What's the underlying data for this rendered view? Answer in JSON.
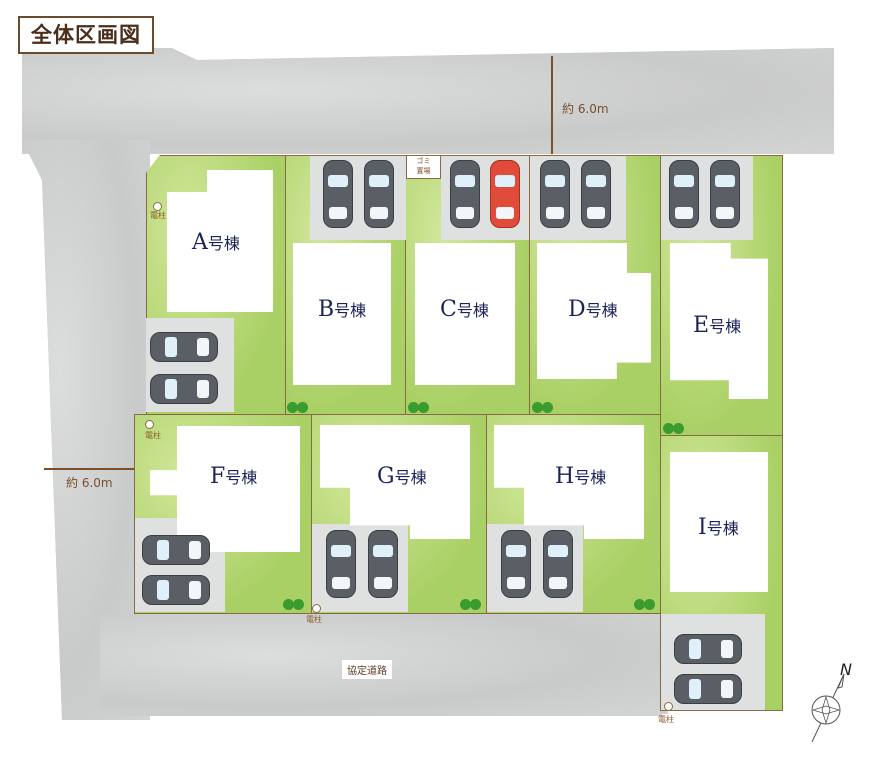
{
  "title": "全体区画図",
  "road_top": {
    "width_label": "約 6.0m"
  },
  "road_left": {
    "width_label": "約 6.0m"
  },
  "road_bottom": {
    "label": "協定道路"
  },
  "garbage": {
    "line1": "ゴミ",
    "line2": "置場"
  },
  "pole_label": "電柱",
  "compass": {
    "north": "N"
  },
  "lots": [
    {
      "id": "A",
      "letter": "A",
      "suffix": "号棟"
    },
    {
      "id": "B",
      "letter": "B",
      "suffix": "号棟"
    },
    {
      "id": "C",
      "letter": "C",
      "suffix": "号棟"
    },
    {
      "id": "D",
      "letter": "D",
      "suffix": "号棟"
    },
    {
      "id": "E",
      "letter": "E",
      "suffix": "号棟"
    },
    {
      "id": "F",
      "letter": "F",
      "suffix": "号棟"
    },
    {
      "id": "G",
      "letter": "G",
      "suffix": "号棟"
    },
    {
      "id": "H",
      "letter": "H",
      "suffix": "号棟"
    },
    {
      "id": "I",
      "letter": "I",
      "suffix": "号棟"
    }
  ],
  "colors": {
    "lot_border": "#8a6a44",
    "grass": "#b9d97a",
    "road": "#cfd0d0",
    "label": "#1c2358",
    "highlight_car": "#e04b3a"
  }
}
